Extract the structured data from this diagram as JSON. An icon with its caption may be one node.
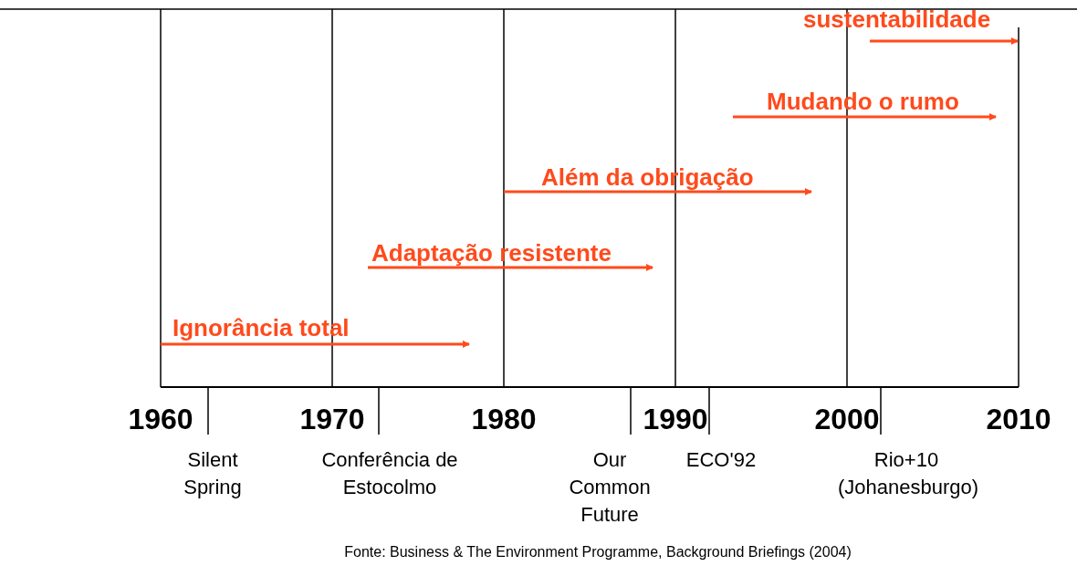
{
  "diagram": {
    "caption": "Fonte: Business & The Environment Programme, Background Briefings (2004)",
    "labels": [
      "sustentabilidade",
      "Mudando o rumo",
      "Além da obrigação",
      "Adaptação resistente",
      "Ignorância total",
      "1960",
      "1970",
      "1980",
      "1990",
      "2000",
      "2010",
      "Silent Spring",
      "Conferência de Estocolmo",
      "Our Common Future",
      "ECO'92",
      "Rio+10 (Johanesburgo)"
    ]
  }
}
